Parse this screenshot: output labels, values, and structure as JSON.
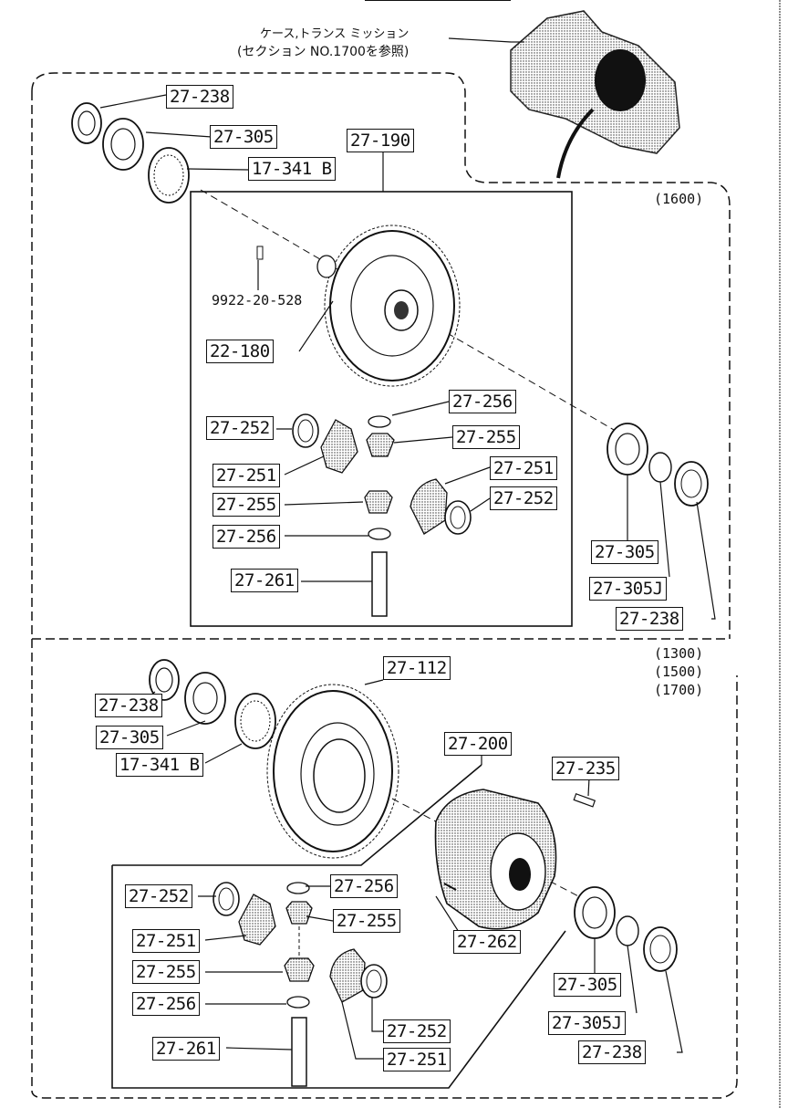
{
  "header": {
    "case_ref_line1": "ケース,トランス ミッション",
    "case_ref_line2": "(セクション NO.1700を参照)"
  },
  "sections": {
    "upper_variant": "(1600)",
    "lower_variant_1": "(1300)",
    "lower_variant_2": "(1500)",
    "lower_variant_3": "(1700)"
  },
  "upper": {
    "p_27_238_a": "27-238",
    "p_27_305_a": "27-305",
    "p_17_341b": "17-341 B",
    "p_27_190": "27-190",
    "p_9922": "9922-20-528",
    "p_22_180": "22-180",
    "p_27_256_a": "27-256",
    "p_27_252_a": "27-252",
    "p_27_255_a": "27-255",
    "p_27_251_a": "27-251",
    "p_27_251_b": "27-251",
    "p_27_255_b": "27-255",
    "p_27_252_b": "27-252",
    "p_27_256_b": "27-256",
    "p_27_261": "27-261",
    "p_27_305_b": "27-305",
    "p_27_305j": "27-305J",
    "p_27_238_b": "27-238"
  },
  "lower": {
    "p_27_238_a": "27-238",
    "p_27_112": "27-112",
    "p_27_305_a": "27-305",
    "p_17_341b": "17-341 B",
    "p_27_200": "27-200",
    "p_27_235": "27-235",
    "p_27_252_a": "27-252",
    "p_27_256_a": "27-256",
    "p_27_255_a": "27-255",
    "p_27_251_a": "27-251",
    "p_27_262": "27-262",
    "p_27_255_b": "27-255",
    "p_27_256_b": "27-256",
    "p_27_252_b": "27-252",
    "p_27_261": "27-261",
    "p_27_251_b": "27-251",
    "p_27_305_b": "27-305",
    "p_27_305j": "27-305J",
    "p_27_238_b": "27-238"
  }
}
